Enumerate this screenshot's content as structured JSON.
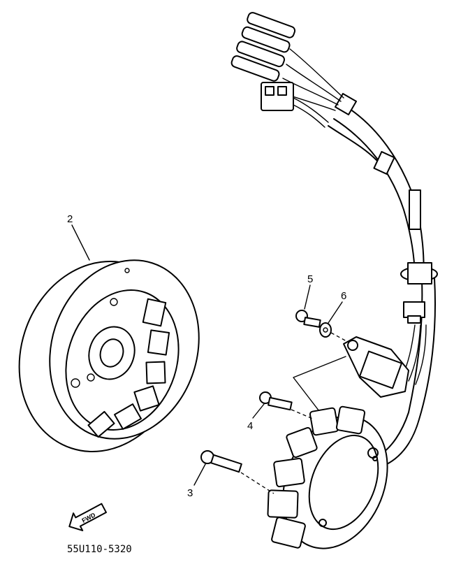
{
  "callouts": {
    "flywheel": "2",
    "bolt_long": "3",
    "bolt_stator": "4",
    "bolt_pickup": "5",
    "washer": "6"
  },
  "direction_marker": "FWD",
  "diagram_code": "55U110-5320"
}
